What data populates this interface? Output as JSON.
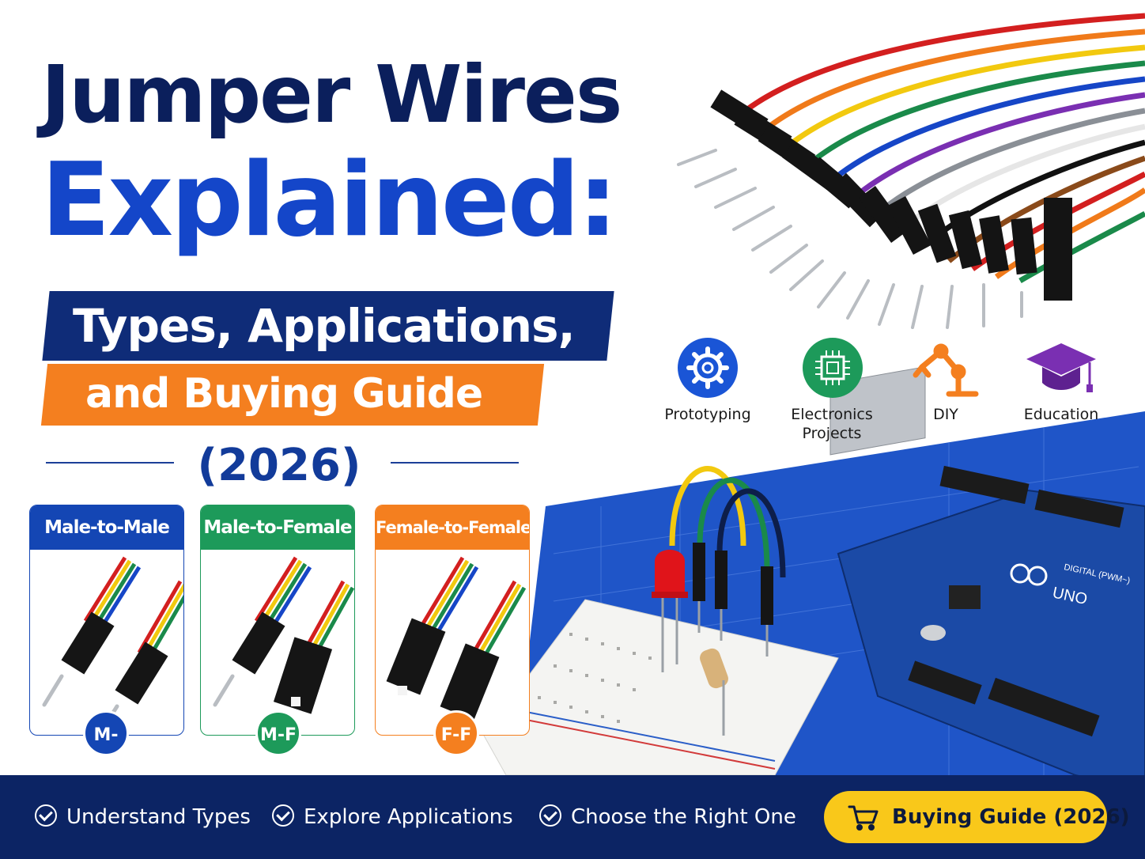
{
  "title": {
    "line1": "Jumper Wires",
    "line2": "Explained:",
    "band1": "Types, Applications,",
    "band2": "and Buying Guide",
    "year": "(2026)"
  },
  "cards": [
    {
      "header": "Male-to-Male",
      "badge": "M-M",
      "color": "#1446b4"
    },
    {
      "header": "Male-to-Female",
      "badge": "M-F",
      "color": "#1d9a5a"
    },
    {
      "header": "Female-to-Female",
      "badge": "F-F",
      "color": "#f47f1f"
    }
  ],
  "applications": [
    {
      "label": "Prototyping",
      "icon": "gear-icon"
    },
    {
      "label_line1": "Electronics",
      "label_line2": "Projects",
      "icon": "chip-icon"
    },
    {
      "label": "DIY",
      "icon": "robot-arm-icon"
    },
    {
      "label": "Education",
      "icon": "graduation-cap-icon"
    }
  ],
  "board_labels": {
    "uno": "UNO",
    "digital": "DIGITAL (PWM~)"
  },
  "footer": {
    "features": [
      "Understand Types",
      "Explore Applications",
      "Choose the Right One"
    ],
    "cta": "Buying Guide (2026)",
    "cta_icon": "cart-icon"
  },
  "colors": {
    "navy": "#0b1f5c",
    "blue": "#1446c9",
    "orange": "#f47f1f",
    "green": "#1d9a5a",
    "yellow": "#f9c81a"
  }
}
